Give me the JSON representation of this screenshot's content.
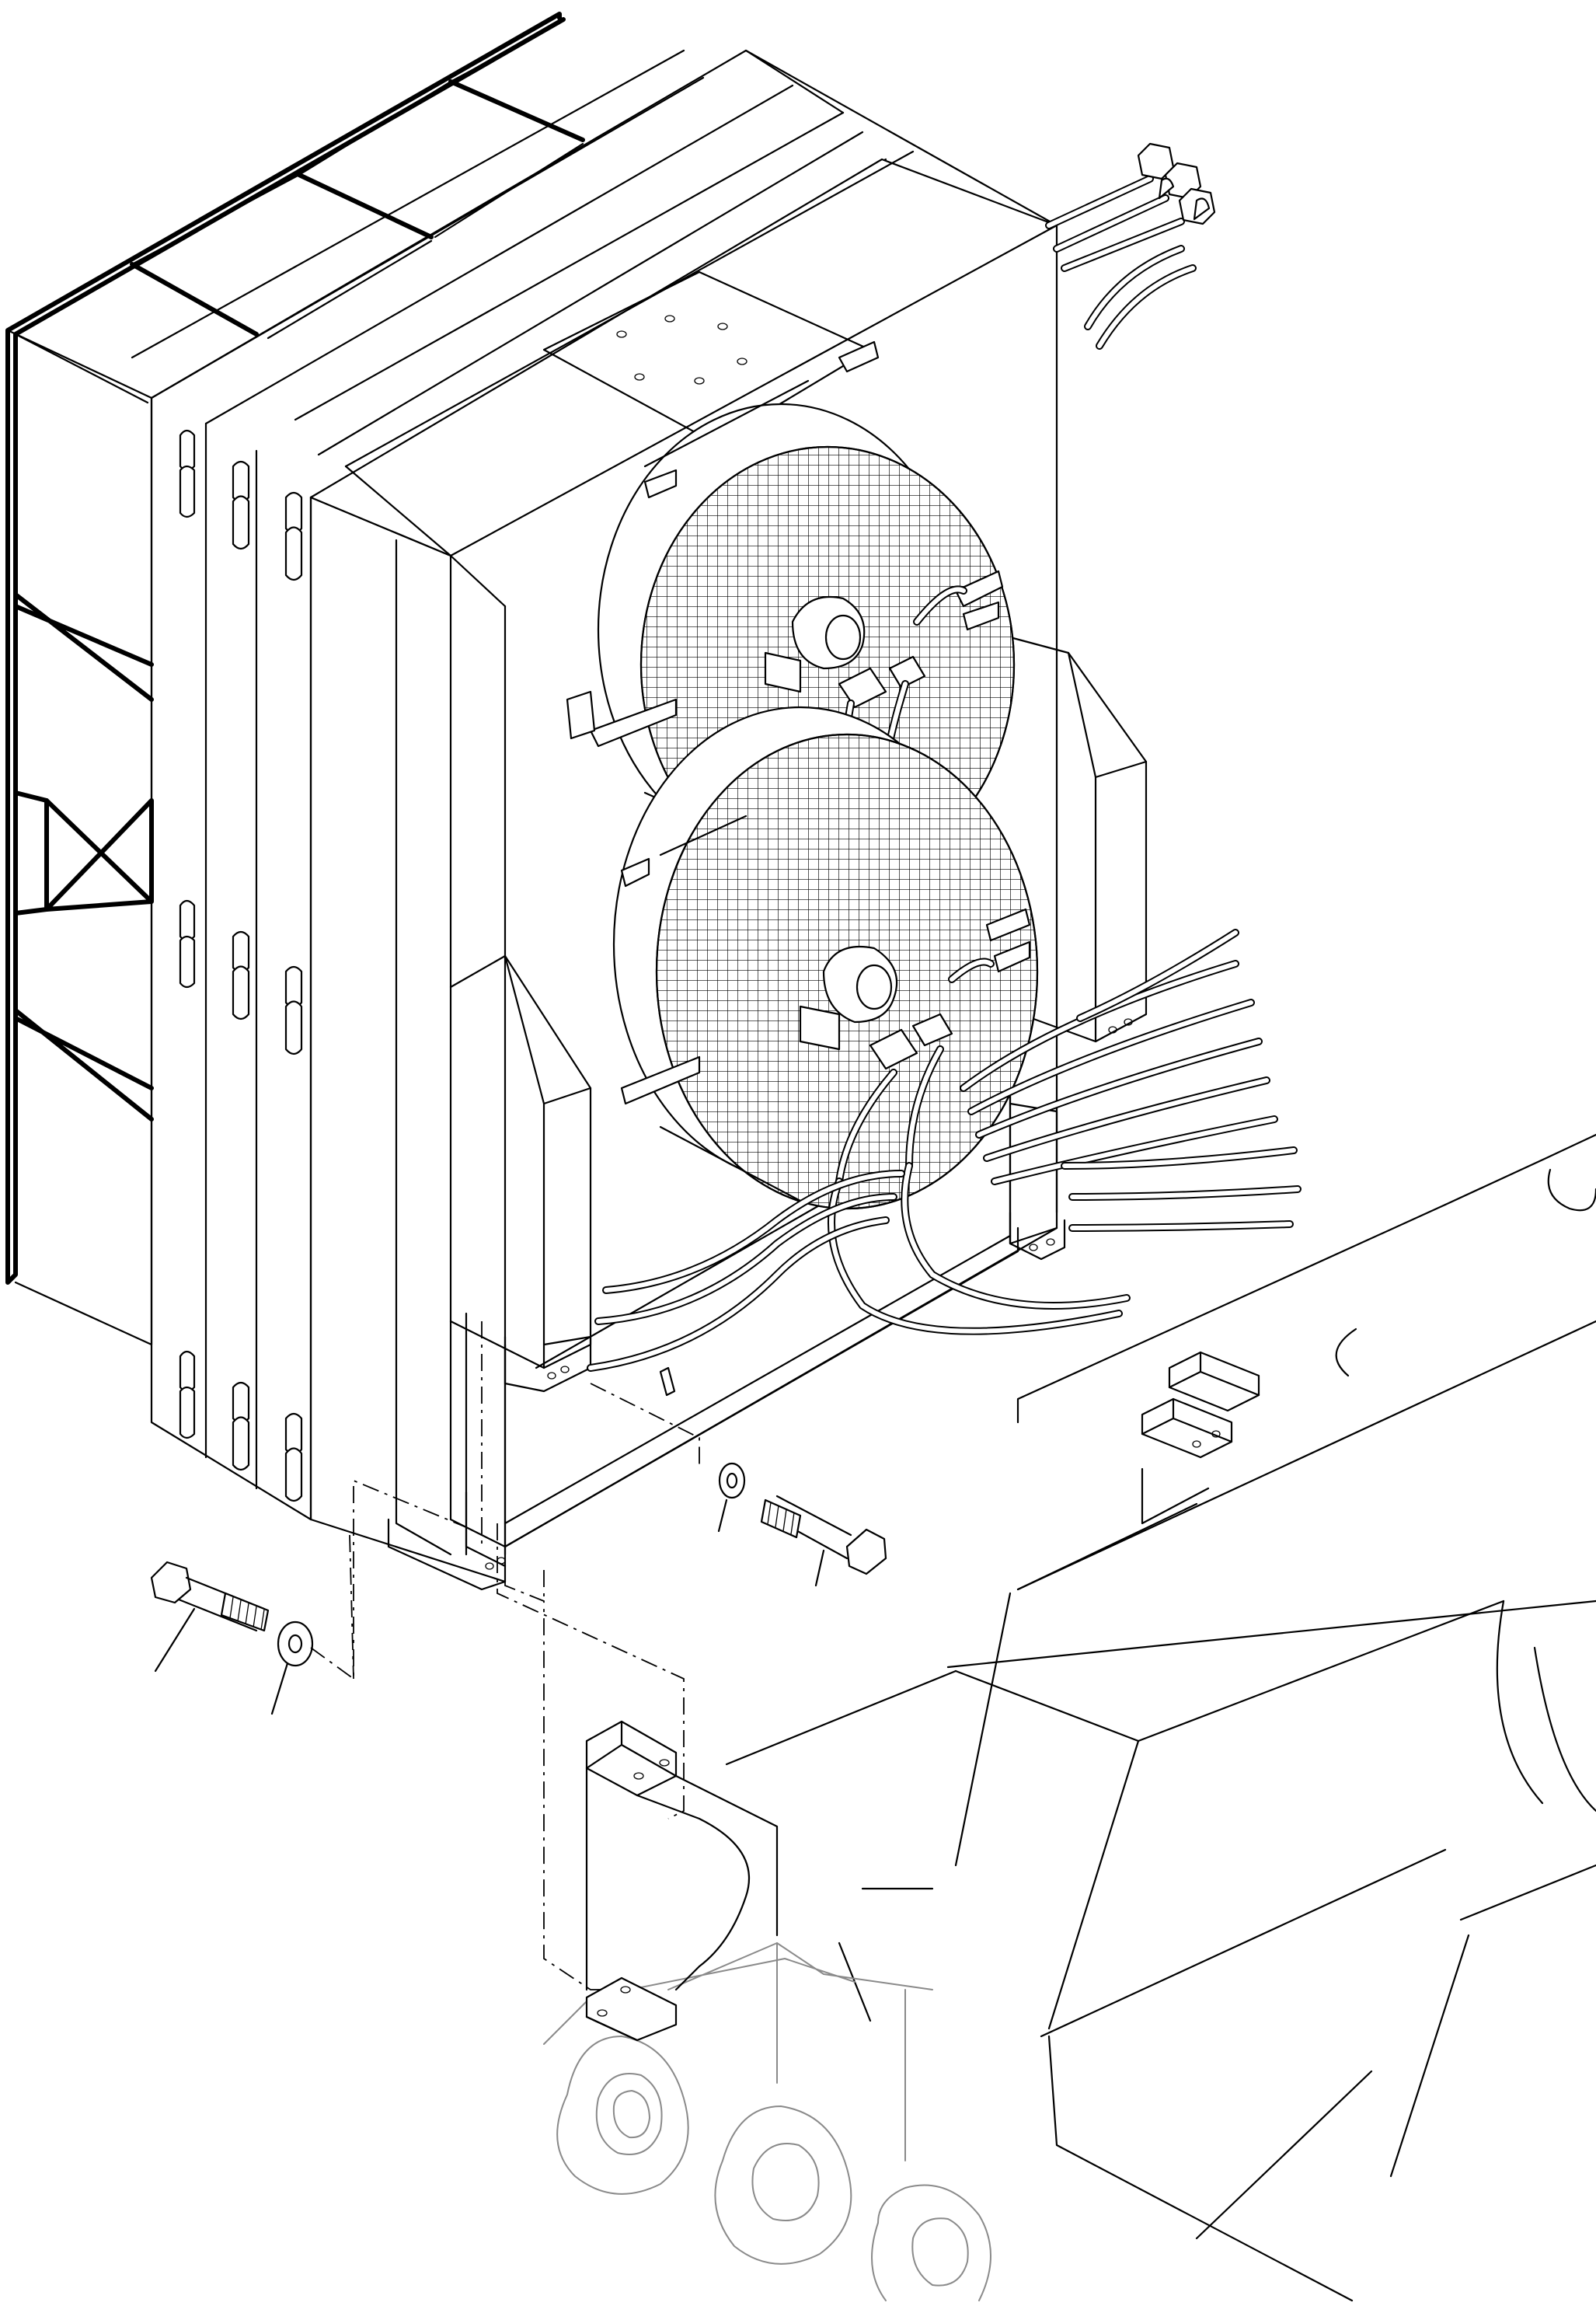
{
  "drawing": {
    "kind": "exploded isometric assembly line drawing",
    "stroke_color": "#000000",
    "background_color": "#ffffff",
    "ghost_color": "#8a8a8a"
  },
  "parts": [
    {
      "name": "cooler-core-package",
      "icon": "radiator-icon"
    },
    {
      "name": "upper-fan-guard",
      "icon": "fan-icon"
    },
    {
      "name": "lower-fan-guard",
      "icon": "fan-icon"
    },
    {
      "name": "hydraulic-hose-fittings",
      "icon": "hose-fitting-icon"
    },
    {
      "name": "wiring-harness",
      "icon": "cable-icon"
    },
    {
      "name": "left-mounting-bolt",
      "icon": "bolt-icon"
    },
    {
      "name": "left-washer",
      "icon": "washer-icon"
    },
    {
      "name": "right-mounting-bolt",
      "icon": "bolt-icon"
    },
    {
      "name": "right-washer",
      "icon": "washer-icon"
    },
    {
      "name": "frame-mounting-bracket",
      "icon": "bracket-icon"
    },
    {
      "name": "machine-frame",
      "icon": "frame-icon"
    }
  ]
}
